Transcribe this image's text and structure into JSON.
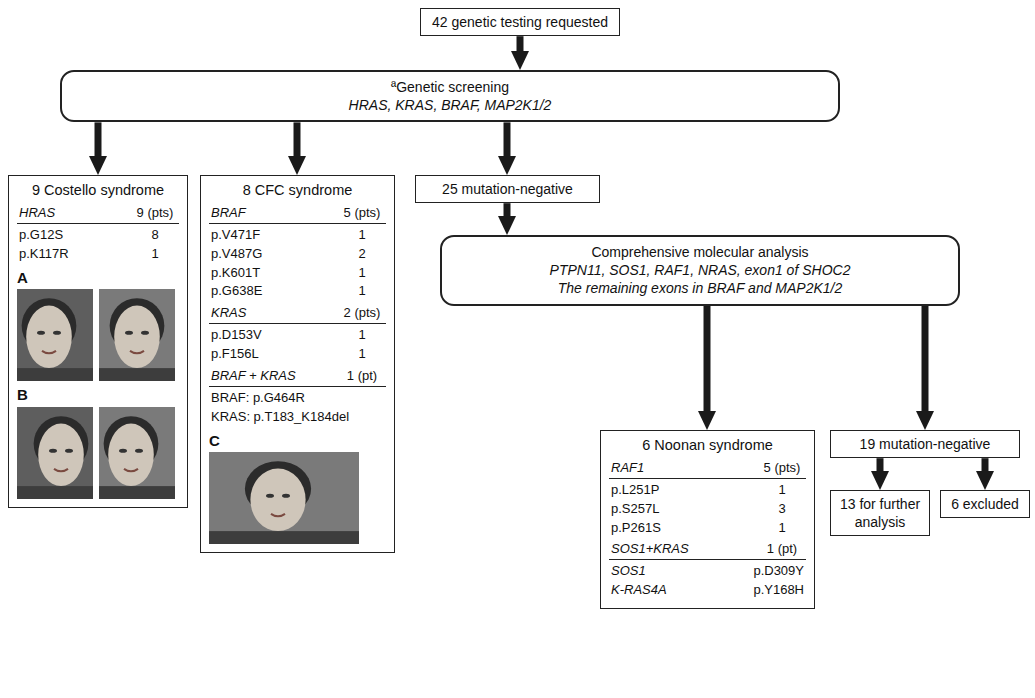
{
  "diagram": {
    "nodes": [
      {
        "text": [
          "42 genetic testing requested"
        ]
      },
      {
        "text": [
          "ªGenetic screening",
          "HRAS, KRAS, BRAF, MAP2K1/2"
        ]
      },
      {
        "text": [
          "9 Costello syndrome",
          "HRAS",
          "9 (pts)",
          "p.G12S",
          "8",
          "p.K117R",
          "1",
          "A",
          "B"
        ]
      },
      {
        "text": [
          "8 CFC syndrome",
          "BRAF",
          "5 (pts)",
          "p.V471F",
          "1",
          "p.V487G",
          "2",
          "p.K601T",
          "1",
          "p.G638E",
          "1",
          "KRAS",
          "2 (pts)",
          "p.D153V",
          "1",
          "p.F156L",
          "1",
          "BRAF + KRAS",
          "1 (pt)",
          "BRAF: p.G464R",
          "KRAS: p.T183_K184del",
          "C"
        ]
      },
      {
        "text": [
          "25 mutation-negative"
        ]
      },
      {
        "text": [
          "Comprehensive molecular analysis",
          "PTPN11, SOS1, RAF1, NRAS, exon1 of SHOC2",
          "The remaining exons in BRAF and MAP2K1/2"
        ]
      },
      {
        "text": [
          "6 Noonan syndrome",
          "RAF1",
          "5 (pts)",
          "p.L251P",
          "1",
          "p.S257L",
          "3",
          "p.P261S",
          "1",
          "SOS1+KRAS",
          "1 (pt)",
          "SOS1",
          "p.D309Y",
          "K-RAS4A",
          "p.Y168H"
        ]
      },
      {
        "text": [
          "19 mutation-negative"
        ]
      },
      {
        "text": [
          "13 for further analysis"
        ]
      },
      {
        "text": [
          "6 excluded"
        ]
      }
    ],
    "edges": [
      {
        "from": 0,
        "to": 1,
        "arrow": "to"
      },
      {
        "from": 1,
        "to": 2,
        "arrow": "to"
      },
      {
        "from": 1,
        "to": 3,
        "arrow": "to"
      },
      {
        "from": 1,
        "to": 4,
        "arrow": "to"
      },
      {
        "from": 4,
        "to": 5,
        "arrow": "to"
      },
      {
        "from": 5,
        "to": 6,
        "arrow": "to"
      },
      {
        "from": 5,
        "to": 7,
        "arrow": "to"
      },
      {
        "from": 7,
        "to": 8,
        "arrow": "to"
      },
      {
        "from": 7,
        "to": 9,
        "arrow": "to"
      }
    ]
  }
}
